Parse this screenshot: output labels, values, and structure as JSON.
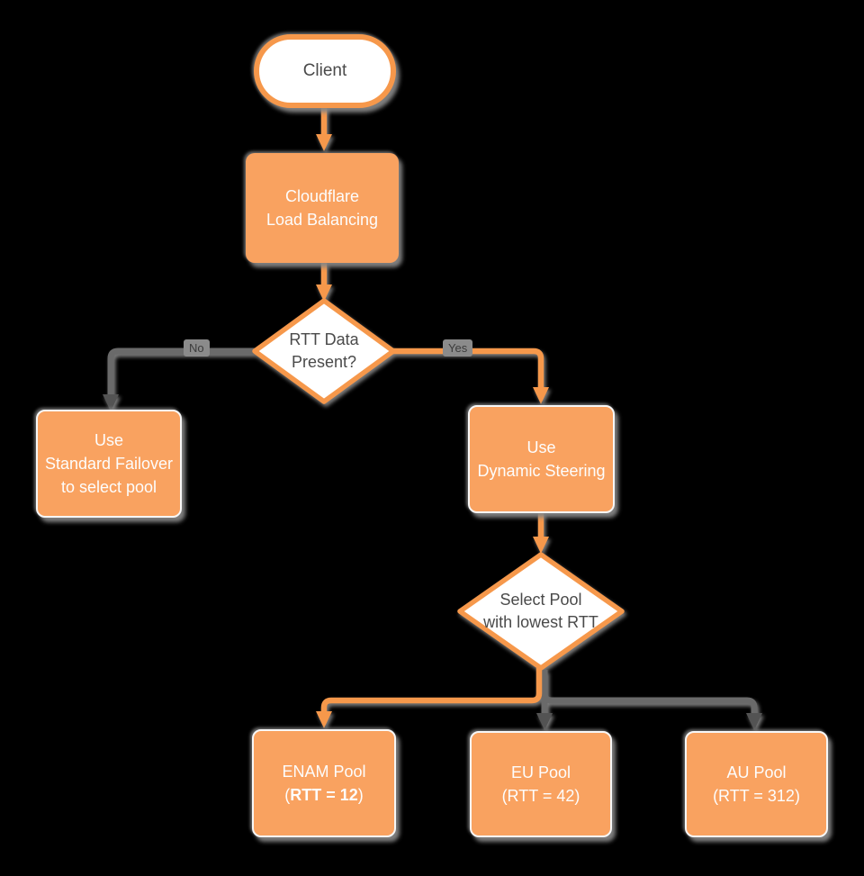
{
  "nodes": {
    "client": {
      "label": "Client"
    },
    "cloudflare_lb": {
      "line1": "Cloudflare",
      "line2": "Load Balancing"
    },
    "rtt_decision": {
      "line1": "RTT Data",
      "line2": "Present?"
    },
    "standard_failover": {
      "line1": "Use",
      "line2": "Standard Failover",
      "line3": "to select pool"
    },
    "dynamic_steering": {
      "line1": "Use",
      "line2": "Dynamic Steering"
    },
    "select_pool": {
      "line1": "Select Pool",
      "line2": "with lowest RTT"
    },
    "enam_pool": {
      "line1": "ENAM Pool",
      "line2_open": "(",
      "line2_bold": "RTT = 12",
      "line2_close": ")"
    },
    "eu_pool": {
      "line1": "EU Pool",
      "line2": "(RTT = 42)"
    },
    "au_pool": {
      "line1": "AU Pool",
      "line2": "(RTT = 312)"
    }
  },
  "edge_labels": {
    "no": "No",
    "yes": "Yes"
  },
  "colors": {
    "node_fill_orange": "#F9A260",
    "stroke_orange": "#F6984B",
    "gray_connector": "#6A6A6A",
    "gray_arrowhead": "#535353",
    "shadow_gray": "#8A8A8A",
    "dark_text": "#4A4A4A",
    "white_text": "#FDFDFD",
    "edge_chip_bg": "#8B8B8B",
    "background": "#000000"
  }
}
